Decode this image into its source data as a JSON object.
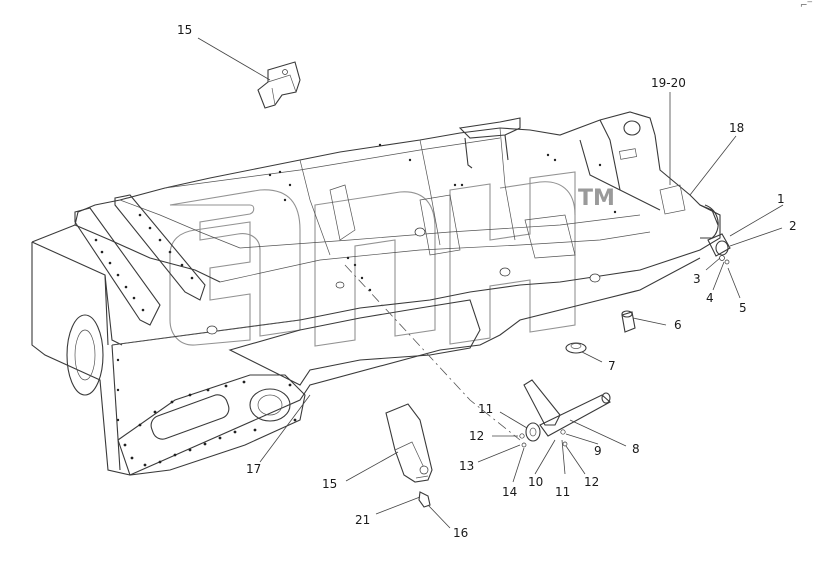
{
  "watermark": {
    "text": "auto",
    "trademark": "TM"
  },
  "callouts": [
    {
      "id": "c15a",
      "text": "15"
    },
    {
      "id": "c19",
      "text": "19-20"
    },
    {
      "id": "c18",
      "text": "18"
    },
    {
      "id": "c1",
      "text": "1"
    },
    {
      "id": "c2",
      "text": "2"
    },
    {
      "id": "c3",
      "text": "3"
    },
    {
      "id": "c4",
      "text": "4"
    },
    {
      "id": "c5",
      "text": "5"
    },
    {
      "id": "c6",
      "text": "6"
    },
    {
      "id": "c7",
      "text": "7"
    },
    {
      "id": "c8",
      "text": "8"
    },
    {
      "id": "c9",
      "text": "9"
    },
    {
      "id": "c10",
      "text": "10"
    },
    {
      "id": "c11a",
      "text": "11"
    },
    {
      "id": "c11b",
      "text": "11"
    },
    {
      "id": "c12a",
      "text": "12"
    },
    {
      "id": "c12b",
      "text": "12"
    },
    {
      "id": "c13",
      "text": "13"
    },
    {
      "id": "c14",
      "text": "14"
    },
    {
      "id": "c15b",
      "text": "15"
    },
    {
      "id": "c16",
      "text": "16"
    },
    {
      "id": "c17",
      "text": "17"
    },
    {
      "id": "c21",
      "text": "21"
    }
  ],
  "corner_mark": "⌐‾"
}
